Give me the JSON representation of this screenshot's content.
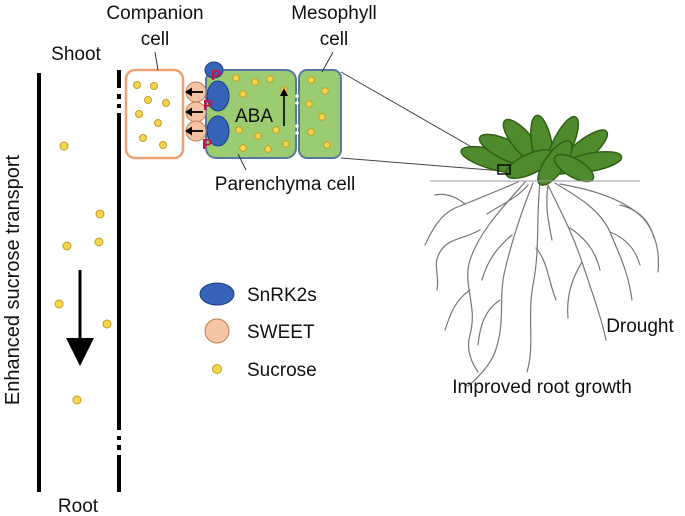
{
  "labels": {
    "shoot": "Shoot",
    "root": "Root",
    "companion_cell": [
      "Companion",
      "cell"
    ],
    "mesophyll_cell": [
      "Mesophyll",
      "cell"
    ],
    "parenchyma_cell": "Parenchyma cell",
    "aba": "ABA",
    "phospho": "P",
    "transport": "Enhanced sucrose transport",
    "drought": "Drought",
    "root_growth": "Improved root growth"
  },
  "legend": [
    {
      "shape": "blue-ellipse",
      "label": "SnRK2s"
    },
    {
      "shape": "peach-circle",
      "label": "SWEET"
    },
    {
      "shape": "yellow-dot",
      "label": "Sucrose"
    }
  ],
  "colors": {
    "snrk2": "#3563b8",
    "snrk2_stroke": "#1e3f85",
    "sweet": "#f6c3a4",
    "sweet_stroke": "#b7804f",
    "sucrose": "#f3d650",
    "sucrose_stroke": "#c59c20",
    "companion_border": "#eea173",
    "parenchyma_fill": "#9ccc72",
    "parenchyma_stroke": "#58799f",
    "leaf": "#4f8a2c",
    "leaf_dark": "#2f5f17",
    "root": "#777777",
    "phospho": "#d01040"
  }
}
